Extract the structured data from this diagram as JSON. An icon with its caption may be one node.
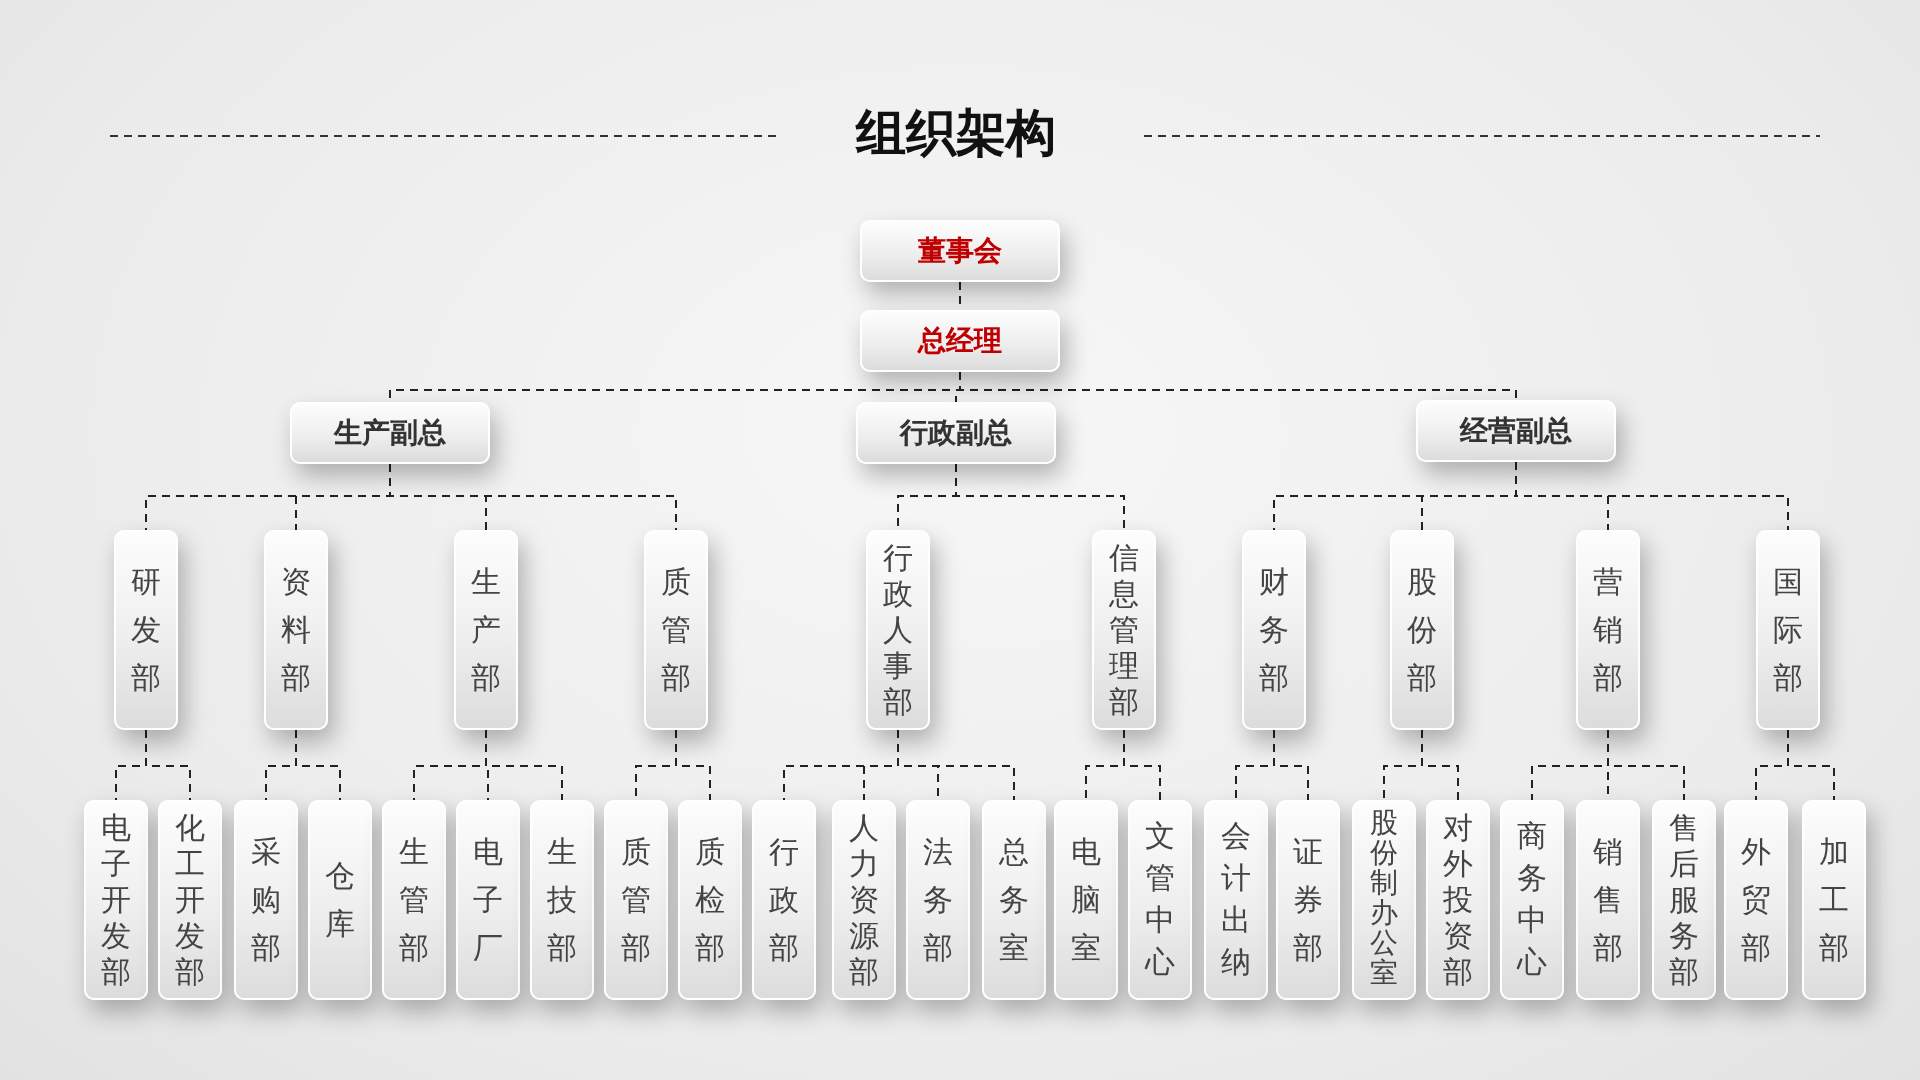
{
  "diagram": {
    "title": "组织架构",
    "nodes": [
      {
        "text": [
          "董事会"
        ]
      },
      {
        "text": [
          "总经理"
        ]
      },
      {
        "text": [
          "生产副总"
        ]
      },
      {
        "text": [
          "行政副总"
        ]
      },
      {
        "text": [
          "经营副总"
        ]
      },
      {
        "text": [
          "研发部"
        ]
      },
      {
        "text": [
          "资料部"
        ]
      },
      {
        "text": [
          "生产部"
        ]
      },
      {
        "text": [
          "质管部"
        ]
      },
      {
        "text": [
          "行政人事部"
        ]
      },
      {
        "text": [
          "信息管理部"
        ]
      },
      {
        "text": [
          "财务部"
        ]
      },
      {
        "text": [
          "股份部"
        ]
      },
      {
        "text": [
          "营销部"
        ]
      },
      {
        "text": [
          "国际部"
        ]
      },
      {
        "text": [
          "电子开发部"
        ]
      },
      {
        "text": [
          "化工开发部"
        ]
      },
      {
        "text": [
          "采购部"
        ]
      },
      {
        "text": [
          "仓库"
        ]
      },
      {
        "text": [
          "生管部"
        ]
      },
      {
        "text": [
          "电子厂"
        ]
      },
      {
        "text": [
          "生技部"
        ]
      },
      {
        "text": [
          "质管部"
        ]
      },
      {
        "text": [
          "质检部"
        ]
      },
      {
        "text": [
          "行政部"
        ]
      },
      {
        "text": [
          "人力资源部"
        ]
      },
      {
        "text": [
          "法务部"
        ]
      },
      {
        "text": [
          "总务室"
        ]
      },
      {
        "text": [
          "电脑室"
        ]
      },
      {
        "text": [
          "文管中心"
        ]
      },
      {
        "text": [
          "会计出纳"
        ]
      },
      {
        "text": [
          "证券部"
        ]
      },
      {
        "text": [
          "股份制办公室"
        ]
      },
      {
        "text": [
          "对外投资部"
        ]
      },
      {
        "text": [
          "商务中心"
        ]
      },
      {
        "text": [
          "销售部"
        ]
      },
      {
        "text": [
          "售后服务部"
        ]
      },
      {
        "text": [
          "外贸部"
        ]
      },
      {
        "text": [
          "加工部"
        ]
      }
    ],
    "edges": [
      {
        "from": 0,
        "to": 1,
        "arrow": "none"
      },
      {
        "from": 1,
        "to": 2,
        "arrow": "none"
      },
      {
        "from": 1,
        "to": 3,
        "arrow": "none"
      },
      {
        "from": 1,
        "to": 4,
        "arrow": "none"
      },
      {
        "from": 2,
        "to": 5,
        "arrow": "none"
      },
      {
        "from": 2,
        "to": 6,
        "arrow": "none"
      },
      {
        "from": 2,
        "to": 7,
        "arrow": "none"
      },
      {
        "from": 2,
        "to": 8,
        "arrow": "none"
      },
      {
        "from": 3,
        "to": 9,
        "arrow": "none"
      },
      {
        "from": 3,
        "to": 10,
        "arrow": "none"
      },
      {
        "from": 4,
        "to": 11,
        "arrow": "none"
      },
      {
        "from": 4,
        "to": 12,
        "arrow": "none"
      },
      {
        "from": 4,
        "to": 13,
        "arrow": "none"
      },
      {
        "from": 4,
        "to": 14,
        "arrow": "none"
      },
      {
        "from": 5,
        "to": 15,
        "arrow": "none"
      },
      {
        "from": 5,
        "to": 16,
        "arrow": "none"
      },
      {
        "from": 6,
        "to": 17,
        "arrow": "none"
      },
      {
        "from": 6,
        "to": 18,
        "arrow": "none"
      },
      {
        "from": 7,
        "to": 19,
        "arrow": "none"
      },
      {
        "from": 7,
        "to": 20,
        "arrow": "none"
      },
      {
        "from": 7,
        "to": 21,
        "arrow": "none"
      },
      {
        "from": 8,
        "to": 22,
        "arrow": "none"
      },
      {
        "from": 8,
        "to": 23,
        "arrow": "none"
      },
      {
        "from": 9,
        "to": 24,
        "arrow": "none"
      },
      {
        "from": 9,
        "to": 25,
        "arrow": "none"
      },
      {
        "from": 9,
        "to": 26,
        "arrow": "none"
      },
      {
        "from": 9,
        "to": 27,
        "arrow": "none"
      },
      {
        "from": 10,
        "to": 28,
        "arrow": "none"
      },
      {
        "from": 10,
        "to": 29,
        "arrow": "none"
      },
      {
        "from": 11,
        "to": 30,
        "arrow": "none"
      },
      {
        "from": 11,
        "to": 31,
        "arrow": "none"
      },
      {
        "from": 12,
        "to": 32,
        "arrow": "none"
      },
      {
        "from": 12,
        "to": 33,
        "arrow": "none"
      },
      {
        "from": 13,
        "to": 34,
        "arrow": "none"
      },
      {
        "from": 13,
        "to": 35,
        "arrow": "none"
      },
      {
        "from": 13,
        "to": 36,
        "arrow": "none"
      },
      {
        "from": 14,
        "to": 37,
        "arrow": "none"
      },
      {
        "from": 14,
        "to": 38,
        "arrow": "none"
      }
    ]
  }
}
